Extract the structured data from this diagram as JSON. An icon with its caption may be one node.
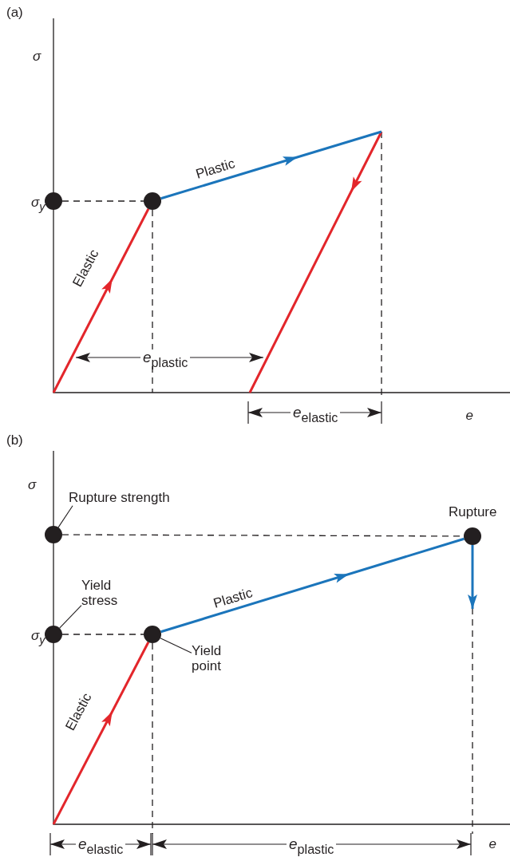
{
  "diagram": {
    "nodes": [
      {
        "text": [],
        "shape": "circle",
        "beside": [
          "*σ*$_{y}$"
        ]
      },
      {
        "text": [],
        "shape": "circle"
      },
      {
        "text": [
          "Rupture strength"
        ]
      },
      {
        "text": [],
        "shape": "circle"
      },
      {
        "text": [
          "Yield stress"
        ]
      },
      {
        "text": [],
        "shape": "circle",
        "beside": [
          "*σ*$_{y}$"
        ]
      },
      {
        "text": [],
        "shape": "circle"
      },
      {
        "text": [
          "Yield point"
        ]
      },
      {
        "text": [],
        "shape": "circle",
        "beside": [
          "Rupture"
        ]
      }
    ],
    "edges": [
      {
        "from": null,
        "to": 1,
        "arrow": "to",
        "label": "Elastic",
        "style": "thick",
        "color": "#e3262b"
      },
      {
        "from": 1,
        "to": null,
        "arrow": "to",
        "label": "Plastic",
        "style": "thick",
        "color": "#1b75bb"
      },
      {
        "from": 2,
        "to": 3,
        "arrow": "none"
      },
      {
        "from": 4,
        "to": 5,
        "arrow": "none"
      },
      {
        "from": 7,
        "to": 6,
        "arrow": "none"
      },
      {
        "from": null,
        "to": 6,
        "arrow": "to",
        "label": "Elastic",
        "style": "thick",
        "color": "#e3262b"
      },
      {
        "from": 6,
        "to": 8,
        "arrow": "to",
        "label": "Plastic",
        "style": "thick",
        "color": "#1b75bb"
      },
      {
        "from": 8,
        "to": null,
        "arrow": "to",
        "style": "thick",
        "color": "#1b75bb"
      },
      {
        "from": 0,
        "to": 1,
        "arrow": "none",
        "style": "dashed"
      },
      {
        "from": 1,
        "to": null,
        "arrow": "none",
        "style": "dashed"
      },
      {
        "from": 3,
        "to": 8,
        "arrow": "none",
        "style": "dashed"
      },
      {
        "from": 5,
        "to": 6,
        "arrow": "none",
        "style": "dashed"
      },
      {
        "from": 6,
        "to": null,
        "arrow": "none",
        "style": "dashed"
      }
    ],
    "labels": [
      "(a)",
      "σ",
      "*e*$_{plastic}$",
      "*e*$_{elastic}$",
      "*e*",
      "(b)",
      "σ",
      "*e*$_{elastic}$",
      "*e*$_{plastic}$",
      "*e*"
    ]
  }
}
